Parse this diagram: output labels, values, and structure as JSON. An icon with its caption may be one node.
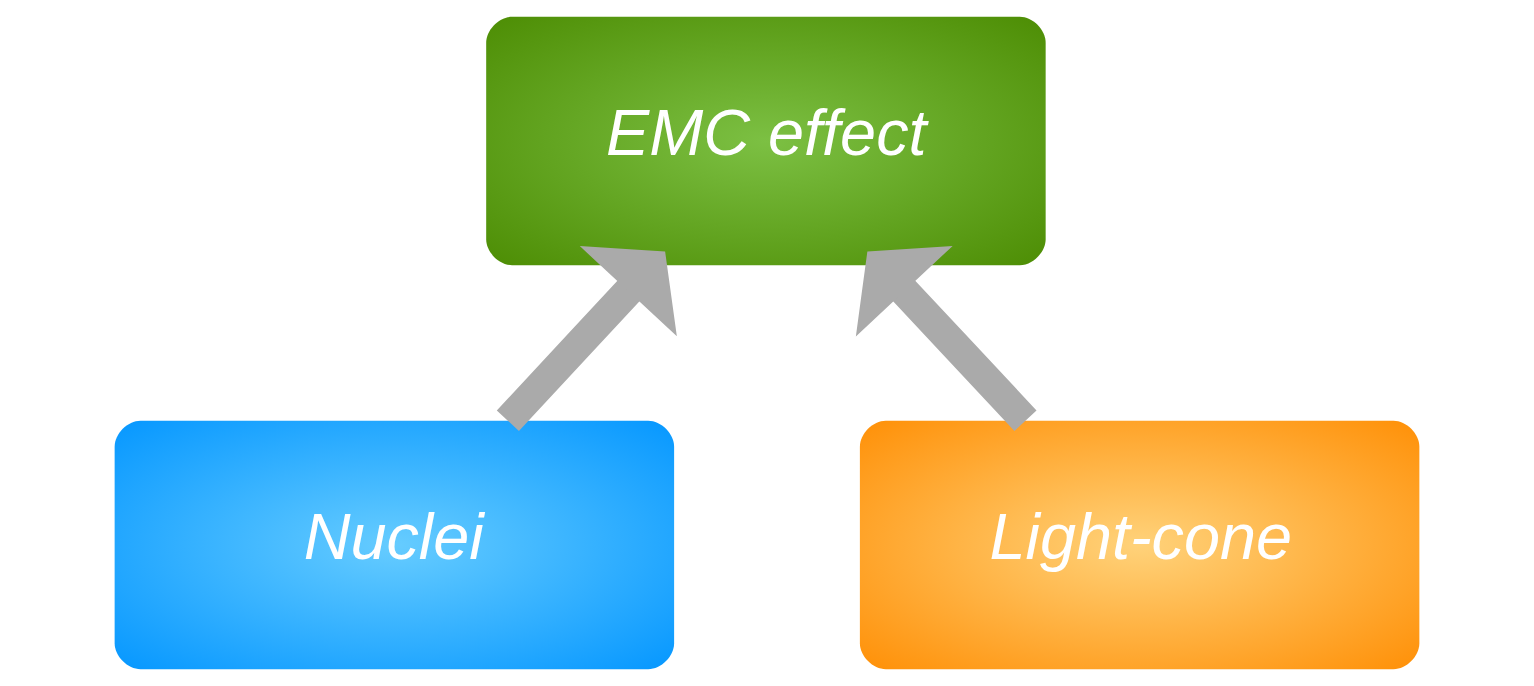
{
  "diagram": {
    "nodes": [
      {
        "text": [
          "EMC effect"
        ]
      },
      {
        "text": [
          "Nuclei"
        ]
      },
      {
        "text": [
          "Light-cone"
        ]
      }
    ],
    "edges": [
      {
        "from": 1,
        "to": 0,
        "arrow": "to"
      },
      {
        "from": 2,
        "to": 0,
        "arrow": "to"
      }
    ]
  }
}
